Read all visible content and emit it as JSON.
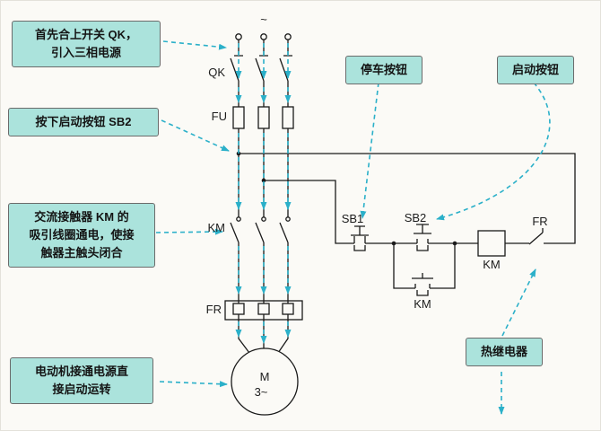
{
  "callouts": {
    "step1": {
      "text": "首先合上开关 QK，\n引入三相电源"
    },
    "step2": {
      "text": "按下启动按钮 SB2"
    },
    "step3": {
      "text": "交流接触器 KM 的\n吸引线圈通电，使接\n触器主触头闭合"
    },
    "step4": {
      "text": "电动机接通电源直\n接启动运转"
    },
    "stop_button": {
      "text": "停车按钮"
    },
    "start_button": {
      "text": "启动按钮"
    },
    "thermal_relay": {
      "text": "热继电器"
    }
  },
  "circuit": {
    "labels": {
      "supply": "~",
      "qk": "QK",
      "fu": "FU",
      "km_main": "KM",
      "fr_main": "FR",
      "sb1": "SB1",
      "sb2": "SB2",
      "km_coil": "KM",
      "fr_contact": "FR",
      "km_aux": "KM",
      "motor_m": "M",
      "motor_phase": "3~"
    }
  },
  "colors": {
    "background": "#fbfaf6",
    "callout_bg": "#abe3dc",
    "callout_border": "#6b6b6b",
    "arrow": "#2bb0c9",
    "wire": "#1a1a1a"
  }
}
